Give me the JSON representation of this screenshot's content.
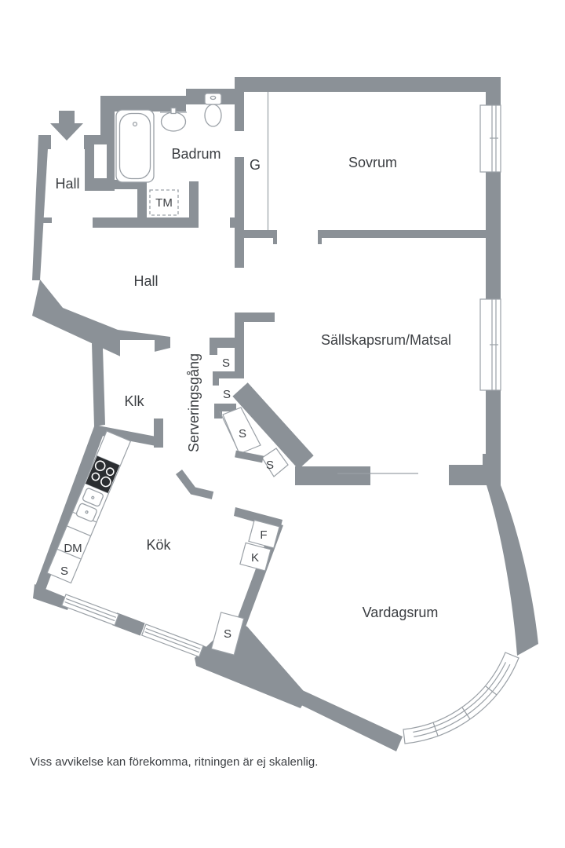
{
  "title": "Apartment floor plan",
  "colors": {
    "wall": "#8b9197",
    "thin_line": "#9aa0a6",
    "text": "#3b3e42",
    "background": "#ffffff",
    "stove": "#2b2e31"
  },
  "rooms": {
    "hall_upper": "Hall",
    "badrum": "Badrum",
    "g_closet": "G",
    "sovrum": "Sovrum",
    "tm": "TM",
    "hall_lower": "Hall",
    "sallskapsrum": "Sällskapsrum/Matsal",
    "serveringsgang": "Serveringsgång",
    "klk": "Klk",
    "kok": "Kök",
    "vardagsrum": "Vardagsrum"
  },
  "closets": {
    "s1": "S",
    "s2": "S",
    "s3": "S",
    "s4": "S",
    "s5": "S",
    "counter_s": "S",
    "dm": "DM",
    "f": "F",
    "k": "K"
  },
  "footer": {
    "disclaimer": "Viss avvikelse kan förekomma, ritningen är ej skalenlig."
  }
}
